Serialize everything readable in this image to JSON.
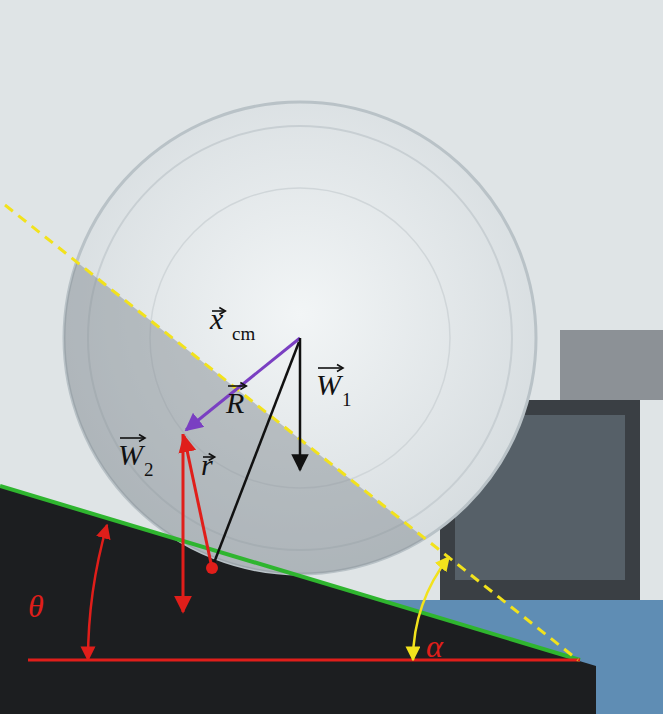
{
  "diagram": {
    "labels": [
      "x",
      "cm",
      "W",
      "1",
      "W",
      "2",
      "r",
      "R",
      "θ",
      "α"
    ]
  }
}
